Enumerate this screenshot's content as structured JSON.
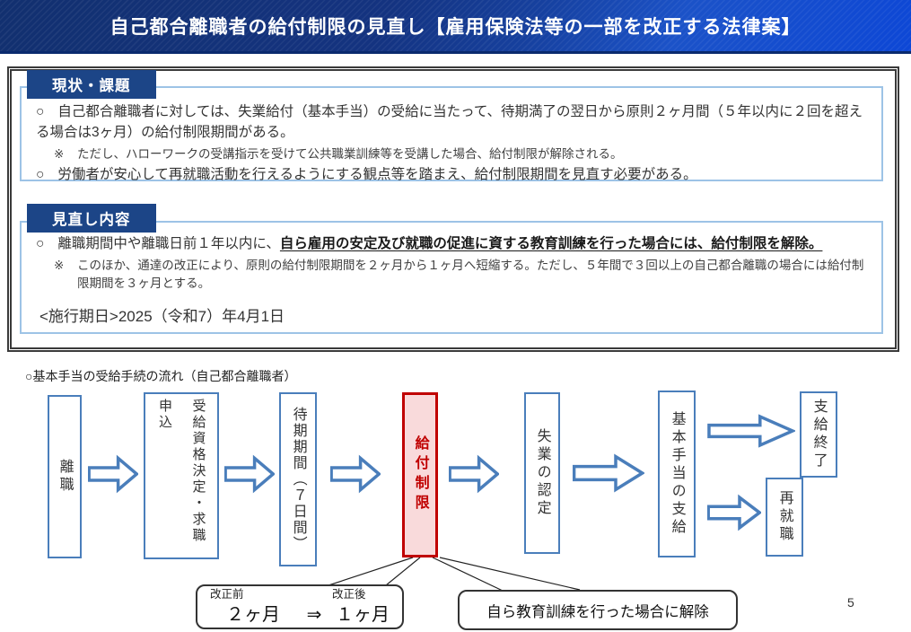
{
  "header": {
    "title": "自己都合離職者の給付制限の見直し【雇用保険法等の一部を改正する法律案】"
  },
  "status_section": {
    "label": "現状・課題",
    "bullet1_marker": "○",
    "bullet1": "自己都合離職者に対しては、失業給付（基本手当）の受給に当たって、待期満了の翌日から原則２ヶ月間（５年以内に２回を超える場合は3ヶ月）の給付制限期間がある。",
    "note1_marker": "※",
    "note1": "ただし、ハローワークの受講指示を受けて公共職業訓練等を受講した場合、給付制限が解除される。",
    "bullet2_marker": "○",
    "bullet2": "労働者が安心して再就職活動を行えるようにする観点等を踏まえ、給付制限期間を見直す必要がある。"
  },
  "revision_section": {
    "label": "見直し内容",
    "bullet_marker": "○",
    "bullet_prefix": "離職期間中や離職日前１年以内に、",
    "bullet_emphasis": "自ら雇用の安定及び就職の促進に資する教育訓練を行った場合には、給付制限を解除。",
    "note_marker": "※",
    "note": "このほか、通達の改正により、原則の給付制限期間を２ヶ月から１ヶ月へ短縮する。ただし、５年間で３回以上の自己都合離職の場合には給付制限期間を３ヶ月とする。",
    "effective_date": "<施行期日>2025（令和7）年4月1日"
  },
  "flow": {
    "title": "○基本手当の受給手続の流れ（自己都合離職者）",
    "steps": [
      {
        "label": "離職"
      },
      {
        "label": "受給資格決定・求職申込"
      },
      {
        "label": "待期期間（７日間）"
      },
      {
        "label": "給付制限",
        "highlighted": true
      },
      {
        "label": "失業の認定"
      },
      {
        "label": "基本手当の支給"
      },
      {
        "label": "支給終了"
      },
      {
        "label": "再就職"
      }
    ],
    "annotations": {
      "before_label": "改正前",
      "after_label": "改正後",
      "before_value": "２ヶ月",
      "arrow": "⇒",
      "after_value": "１ヶ月",
      "release_note": "自ら教育訓練を行った場合に解除"
    }
  },
  "page_number": "5",
  "colors": {
    "header_navy": "#14337d",
    "header_bright": "#0d47d6",
    "section_label_bg": "#1c4587",
    "light_blue_border": "#9dc3e6",
    "flow_box_border": "#4a7ebb",
    "highlight_red": "#c00000",
    "highlight_fill": "#f9dadb"
  }
}
